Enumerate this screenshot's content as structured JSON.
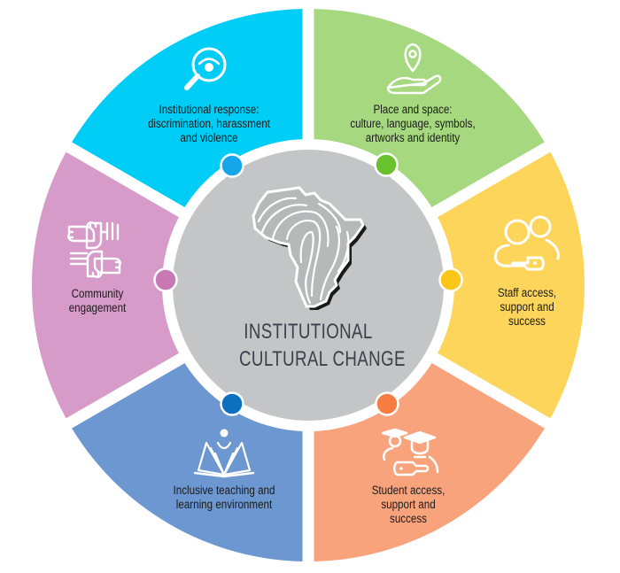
{
  "diagram": {
    "title_lines": [
      "INSTITUTIONAL",
      "CULTURAL CHANGE"
    ],
    "center_icon": "africa-fingerprint-icon",
    "colors": {
      "center": "#c4c5c7",
      "title": "#3b404b",
      "gap": "#ffffff"
    },
    "segments": [
      {
        "id": "institutional-response",
        "lines": [
          "Institutional response:",
          "discrimination, harassment",
          "and violence"
        ],
        "icon": "magnifier-eye-icon",
        "fill": "#00cdf6",
        "dot": "#16a5ea"
      },
      {
        "id": "place-and-space",
        "lines": [
          "Place and space:",
          "culture, language, symbols,",
          "artworks and identity"
        ],
        "icon": "hand-location-pin-icon",
        "fill": "#a6d97f",
        "dot": "#6ac12e"
      },
      {
        "id": "staff-access",
        "lines": [
          "Staff access,",
          "support and",
          "success"
        ],
        "icon": "people-key-icon",
        "fill": "#fcd55a",
        "dot": "#fbc617"
      },
      {
        "id": "student-access",
        "lines": [
          "Student access,",
          "support and",
          "success"
        ],
        "icon": "graduates-key-icon",
        "fill": "#f9a37c",
        "dot": "#f77d45"
      },
      {
        "id": "inclusive-teaching",
        "lines": [
          "Inclusive teaching and",
          "learning environment"
        ],
        "icon": "open-book-person-icon",
        "fill": "#6c97d0",
        "dot": "#0c6fbf"
      },
      {
        "id": "community-engagement",
        "lines": [
          "Community",
          "engagement"
        ],
        "icon": "joined-hands-icon",
        "fill": "#d69bc9",
        "dot": "#c879b4"
      }
    ]
  }
}
